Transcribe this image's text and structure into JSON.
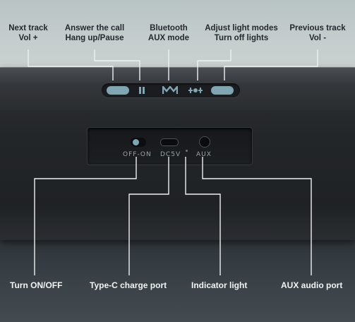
{
  "top_labels": [
    {
      "line1": "Next track",
      "line2": "Vol +"
    },
    {
      "line1": "Answer the call",
      "line2": "Hang up/Pause"
    },
    {
      "line1": "Bluetooth",
      "line2": "AUX mode"
    },
    {
      "line1": "Adjust light modes",
      "line2": "Turn off lights"
    },
    {
      "line1": "Previous track",
      "line2": "Vol -"
    }
  ],
  "port_labels": {
    "power": "OFF-ON",
    "charge": "DC5V",
    "aux": "AUX"
  },
  "bottom_labels": {
    "power": "Turn ON/OFF",
    "charge": "Type-C charge port",
    "indicator": "Indicator light",
    "aux": "AUX audio port"
  },
  "colors": {
    "button_accent": "#7fa6b2",
    "callout_line": "#e6e9ea"
  }
}
